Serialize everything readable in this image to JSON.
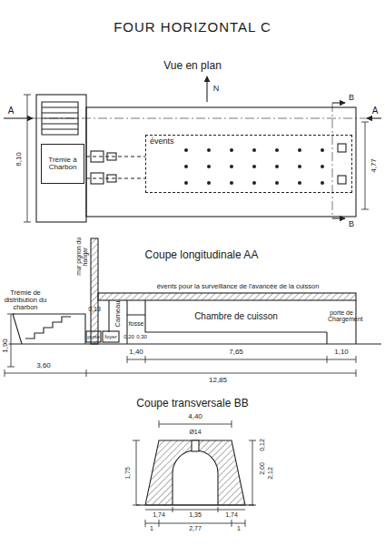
{
  "diagram": {
    "title": "FOUR HORIZONTAL C",
    "nodes": [
      {
        "text": [
          "Trémie à Charbon"
        ]
      },
      {
        "text": [
          "évents"
        ]
      }
    ],
    "labels": [
      "Vue en plan",
      "N",
      "A",
      "A",
      "B",
      "B",
      "6,10",
      "4,77",
      "Coupe longitudinale AA",
      "mur pignon du hangar",
      "évents pour la surveillance de l'avancée de la cuisson",
      "Trémie de distribution du charbon",
      "0,13",
      "Carneau",
      "Chambre de cuisson",
      "porte de Chargement",
      "fosse",
      "porte",
      "foyer",
      "0,20",
      "0,30",
      "1,90",
      "1,40",
      "7,65",
      "1,10",
      "3,60",
      "12,85",
      "Coupe transversale BB",
      "4,40",
      "Ø14",
      "0,12",
      "2,00",
      "2,12",
      "1,75",
      "1,74",
      "1,35",
      "1,74",
      "1",
      "2,77",
      "1"
    ]
  }
}
